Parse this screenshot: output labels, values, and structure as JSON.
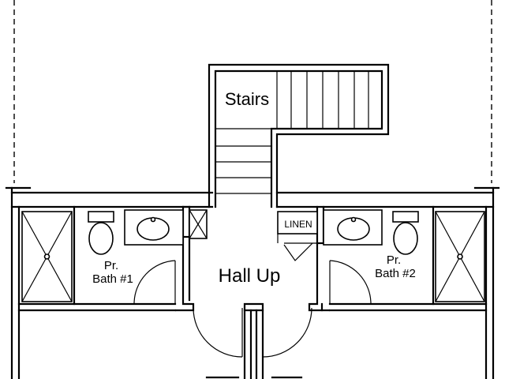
{
  "labels": {
    "stairs": "Stairs",
    "hall": "Hall Up",
    "linen": "LINEN",
    "bath1_line1": "Pr.",
    "bath1_line2": "Bath #1",
    "bath2_line1": "Pr.",
    "bath2_line2": "Bath #2"
  },
  "colors": {
    "line": "#000000",
    "background": "#ffffff"
  }
}
